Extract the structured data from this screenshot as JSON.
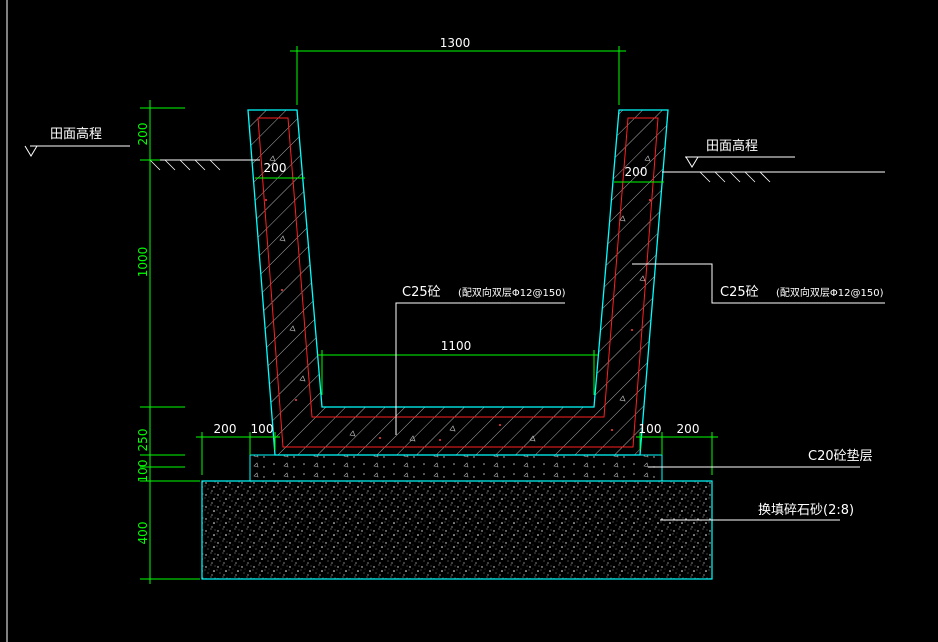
{
  "labels": {
    "ground_level_left": "田面高程",
    "ground_level_right": "田面高程",
    "concrete_inner": "C25砼",
    "rebar_inner": "(配双向双层Φ12@150)",
    "concrete_right": "C25砼",
    "rebar_right": "(配双向双层Φ12@150)",
    "cushion": "C20砼垫层",
    "gravel": "换填碎石砂(2:8)"
  },
  "dimensions": {
    "top_width": "1300",
    "inner_bottom_width": "1100",
    "wall_thickness_left": "200",
    "wall_thickness_right": "200",
    "height_200": "200",
    "height_1000": "1000",
    "height_250": "250",
    "height_100": "100",
    "height_400": "400",
    "base_left_200": "200",
    "base_left_100": "100",
    "base_right_100": "100",
    "base_right_200": "200"
  },
  "colors": {
    "background": "#000000",
    "outline": "#00ffff",
    "rebar": "#ff0000",
    "dimension": "#00ff00",
    "text": "#ffffff",
    "hatch": "#ffffff"
  }
}
